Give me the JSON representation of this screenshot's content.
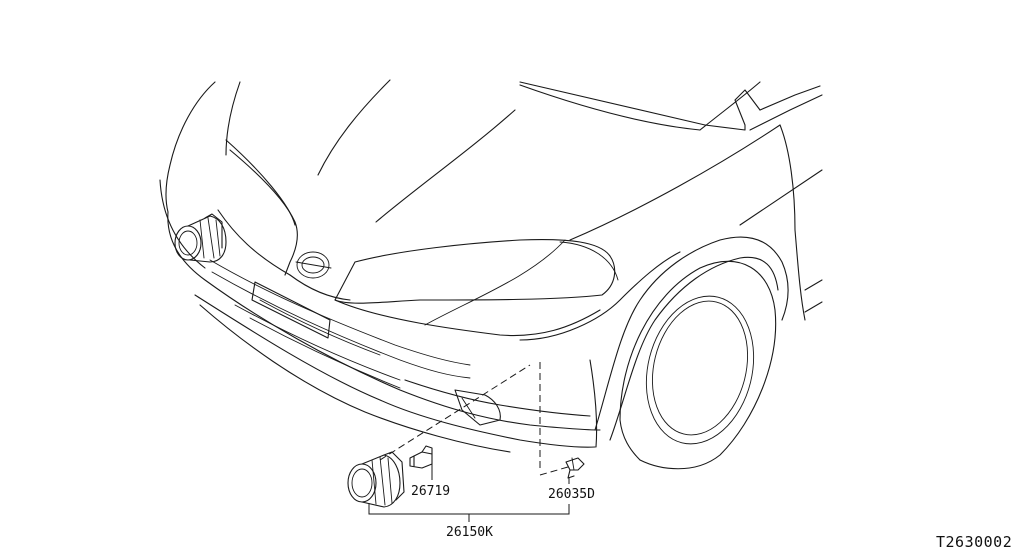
{
  "parts": {
    "bulb": "26719",
    "fog_lamp_assembly": "26150K",
    "clip": "26035D"
  },
  "figure_number": "T2630002"
}
